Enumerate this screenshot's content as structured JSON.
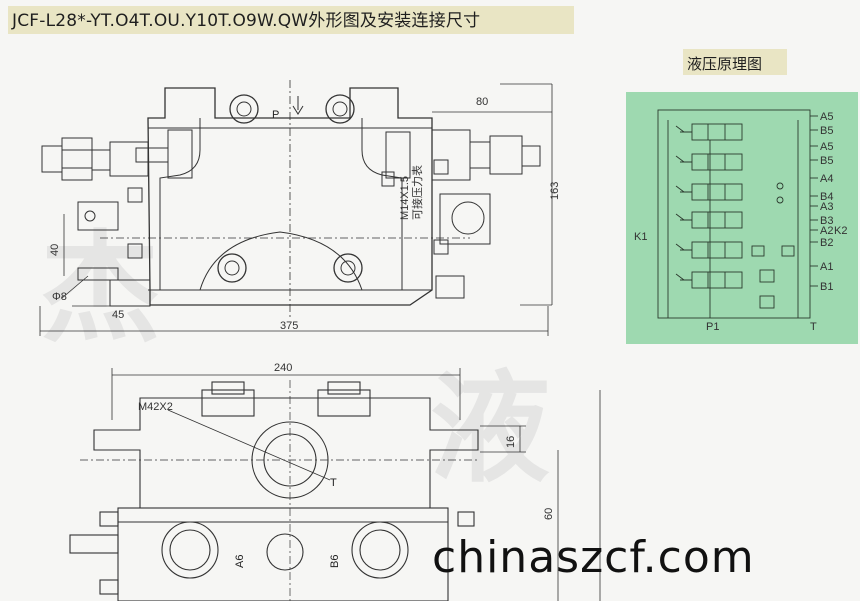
{
  "title": "JCF-L28*-YT.O4T.OU.Y10T.O9W.QW外形图及安装连接尺寸",
  "schematic_title": "液压原理图",
  "website": "chinaszcf.com",
  "top_view": {
    "dims": {
      "d80": "80",
      "d163": "163",
      "d40": "40",
      "d45": "45",
      "d375": "375",
      "phi8": "Φ8"
    },
    "port_p": "P",
    "gauge_note_1": "M14X1.5",
    "gauge_note_2": "可接压力表"
  },
  "front_view": {
    "dims": {
      "d240": "240",
      "d16": "16",
      "d60": "60"
    },
    "thread": "M42X2",
    "port_t": "T",
    "port_a6": "A6",
    "port_b6": "B6"
  },
  "schematic": {
    "right_ports": [
      "A5",
      "B5",
      "A5",
      "B5",
      "A4",
      "B4",
      "A3",
      "B3",
      "A2",
      "B2",
      "A1",
      "B1"
    ],
    "k1": "K1",
    "k2": "K2",
    "p1": "P1",
    "t": "T"
  },
  "watermark": [
    "杰",
    "液"
  ],
  "colors": {
    "title_bg": "#e9e5c4",
    "schematic_bg": "#9ed9b0",
    "line": "#333333"
  }
}
